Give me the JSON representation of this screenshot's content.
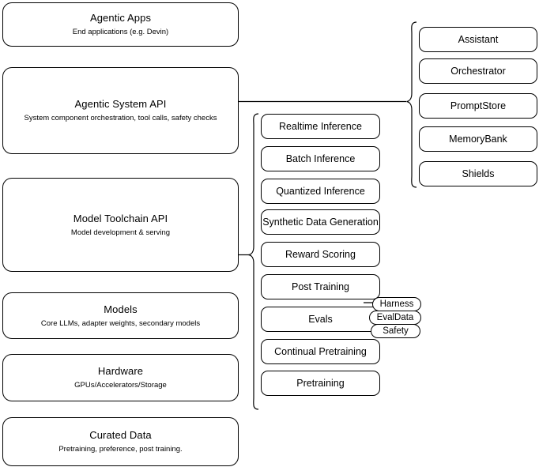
{
  "diagram": {
    "title": "Agentic stack layers",
    "stroke_color": "#000000",
    "background_color": "#ffffff",
    "layers": [
      {
        "id": "agentic-apps",
        "title": "Agentic Apps",
        "subtitle": "End applications (e.g. Devin)"
      },
      {
        "id": "agentic-system-api",
        "title": "Agentic System API",
        "subtitle": "System component orchestration, tool calls, safety checks"
      },
      {
        "id": "model-toolchain-api",
        "title": "Model Toolchain API",
        "subtitle": "Model development & serving"
      },
      {
        "id": "models",
        "title": "Models",
        "subtitle": "Core LLMs, adapter weights, secondary models"
      },
      {
        "id": "hardware",
        "title": "Hardware",
        "subtitle": "GPUs/Accelerators/Storage"
      },
      {
        "id": "curated-data",
        "title": "Curated Data",
        "subtitle": "Pretraining, preference, post training."
      }
    ],
    "toolchain_components": [
      {
        "id": "realtime-inference",
        "label": "Realtime Inference"
      },
      {
        "id": "batch-inference",
        "label": "Batch Inference"
      },
      {
        "id": "quantized-inference",
        "label": "Quantized Inference"
      },
      {
        "id": "synthetic-data-generation",
        "label": "Synthetic Data Generation"
      },
      {
        "id": "reward-scoring",
        "label": "Reward Scoring"
      },
      {
        "id": "post-training",
        "label": "Post Training"
      },
      {
        "id": "evals",
        "label": "Evals"
      },
      {
        "id": "continual-pretraining",
        "label": "Continual Pretraining"
      },
      {
        "id": "pretraining",
        "label": "Pretraining"
      }
    ],
    "system_components": [
      {
        "id": "assistant",
        "label": "Assistant"
      },
      {
        "id": "orchestrator",
        "label": "Orchestrator"
      },
      {
        "id": "promptstore",
        "label": "PromptStore"
      },
      {
        "id": "memorybank",
        "label": "MemoryBank"
      },
      {
        "id": "shields",
        "label": "Shields"
      }
    ],
    "evals_pills": [
      {
        "id": "harness",
        "label": "Harness"
      },
      {
        "id": "evaldata",
        "label": "EvalData"
      },
      {
        "id": "safety",
        "label": "Safety"
      }
    ]
  }
}
